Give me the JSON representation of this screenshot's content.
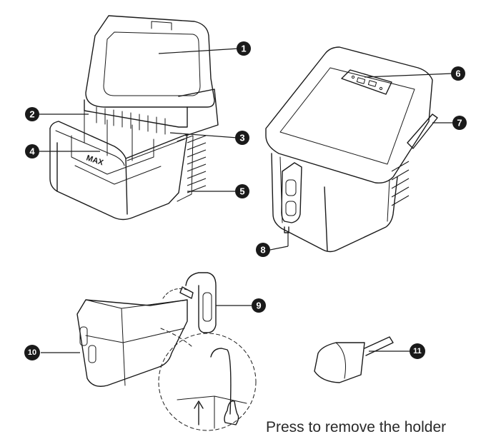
{
  "diagram": {
    "callouts": [
      "1",
      "2",
      "3",
      "4",
      "5",
      "6",
      "7",
      "8",
      "9",
      "10",
      "11"
    ],
    "max_marking": "MAX",
    "caption": "Press to remove the holder"
  }
}
